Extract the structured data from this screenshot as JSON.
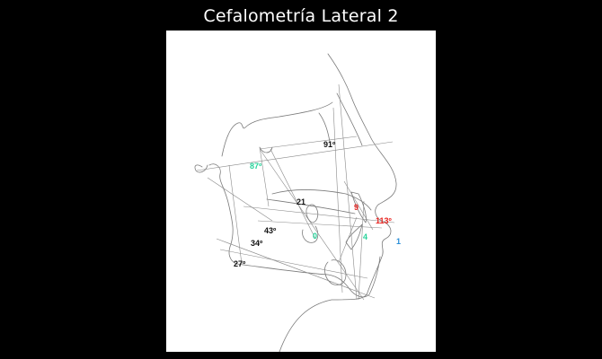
{
  "title": "Cefalometría Lateral 2",
  "colors": {
    "background": "#000000",
    "panel": "#ffffff",
    "tracing": "#7a7a7a",
    "black_label": "#111111",
    "green_label": "#27d39a",
    "red_label": "#e8231f",
    "blue_label": "#2a8fd8"
  },
  "labels": {
    "angle_91": "91º",
    "angle_87": "87º",
    "value_21": "21",
    "value_9": "9",
    "angle_113": "113º",
    "angle_43": "43º",
    "value_0": "0",
    "value_4": "4",
    "value_1": "1",
    "angle_34": "34º",
    "angle_27": "27º"
  }
}
